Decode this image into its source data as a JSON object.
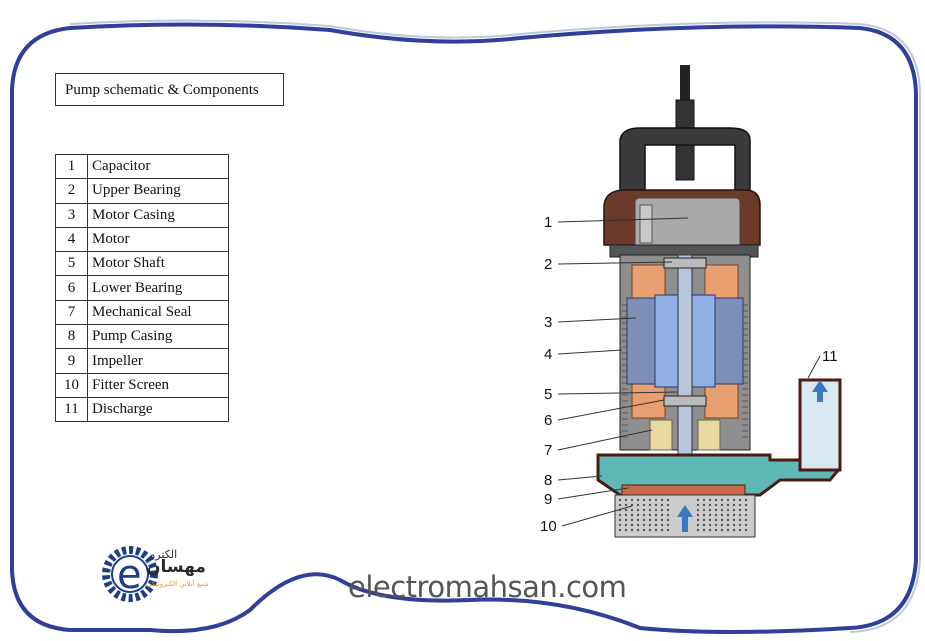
{
  "title": "Pump schematic & Components",
  "parts": [
    {
      "num": "1",
      "name": "Capacitor"
    },
    {
      "num": "2",
      "name": "Upper Bearing"
    },
    {
      "num": "3",
      "name": "Motor Casing"
    },
    {
      "num": "4",
      "name": "Motor"
    },
    {
      "num": "5",
      "name": "Motor Shaft"
    },
    {
      "num": "6",
      "name": "Lower Bearing"
    },
    {
      "num": "7",
      "name": "Mechanical Seal"
    },
    {
      "num": "8",
      "name": "Pump Casing"
    },
    {
      "num": "9",
      "name": "Impeller"
    },
    {
      "num": "10",
      "name": "Fitter Screen"
    },
    {
      "num": "11",
      "name": "Discharge"
    }
  ],
  "diagram_labels": [
    "1",
    "2",
    "3",
    "4",
    "5",
    "6",
    "7",
    "8",
    "9",
    "10",
    "11"
  ],
  "website": "electromahsan.com",
  "logo": {
    "line1": "الكترو",
    "line2": "مهسان",
    "line3": "منبع آنلاین الکترونیکی",
    "letter": "e"
  },
  "colors": {
    "frame_blue": "#1a2a8c",
    "motor_casing_gray": "#9a9a9a",
    "rotor_blue": "#6b8cc4",
    "winding_orange": "#e8a070",
    "pump_casing_teal": "#5fb8b8",
    "housing_brown": "#6b3a2a",
    "arrow_blue": "#3a78c0",
    "logo_blue": "#1e3c8c",
    "logo_orange": "#f39a1e"
  }
}
